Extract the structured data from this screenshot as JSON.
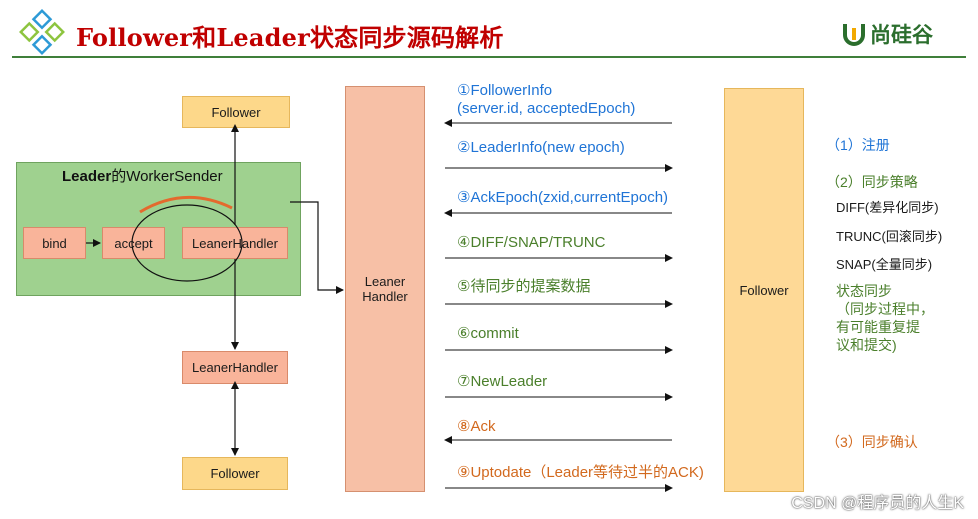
{
  "header": {
    "title": "Follower和Leader状态同步源码解析",
    "brand": "尚硅谷",
    "logo_icon": "diamond-logo-icon",
    "brand_icon": "u-logo-icon"
  },
  "left": {
    "follower_top": "Follower",
    "worker_sender_title_bold": "Leader",
    "worker_sender_title_rest": "的WorkerSender",
    "bind": "bind",
    "accept": "accept",
    "leaner_handler_inner": "LeanerHandler",
    "leaner_handler_outer": "LeanerHandler",
    "follower_bottom": "Follower"
  },
  "center": {
    "leaner_handler_line1": "Leaner",
    "leaner_handler_line2": "Handler",
    "follower": "Follower"
  },
  "messages": [
    {
      "line1": "①FollowerInfo",
      "line2": "(server.id, acceptedEpoch)",
      "dir": "left",
      "color": "blue"
    },
    {
      "line1": "②LeaderInfo(new epoch)",
      "dir": "right",
      "color": "blue"
    },
    {
      "line1": "③AckEpoch(zxid,currentEpoch)",
      "dir": "left",
      "color": "blue"
    },
    {
      "line1": "④DIFF/SNAP/TRUNC",
      "dir": "right",
      "color": "green"
    },
    {
      "line1": "⑤待同步的提案数据",
      "dir": "right",
      "color": "green"
    },
    {
      "line1": "⑥commit",
      "dir": "right",
      "color": "green"
    },
    {
      "line1": "⑦NewLeader",
      "dir": "right",
      "color": "green"
    },
    {
      "line1": "⑧Ack",
      "dir": "left",
      "color": "orange"
    },
    {
      "line1": "⑨Uptodate（Leader等待过半的ACK)",
      "dir": "right",
      "color": "orange"
    }
  ],
  "notes": {
    "register": "（1）注册",
    "sync_strategy": "（2）同步策略",
    "diff": "DIFF(差异化同步)",
    "trunc": "TRUNC(回滚同步)",
    "snap": "SNAP(全量同步)",
    "state_sync": "状态同步",
    "state_sync_2": "（同步过程中，",
    "state_sync_3": "有可能重复提",
    "state_sync_4": "议和提交)",
    "confirm": "（3）同步确认"
  },
  "watermark": "CSDN @程序员的人生K",
  "colors": {
    "title": "#c00000",
    "blue": "#1f74d6",
    "green": "#4a7f2b",
    "orange": "#d2691e",
    "yellow_box": "#fdd88a",
    "salmon_box": "#f9b49a",
    "green_frame": "#9fd18f"
  }
}
